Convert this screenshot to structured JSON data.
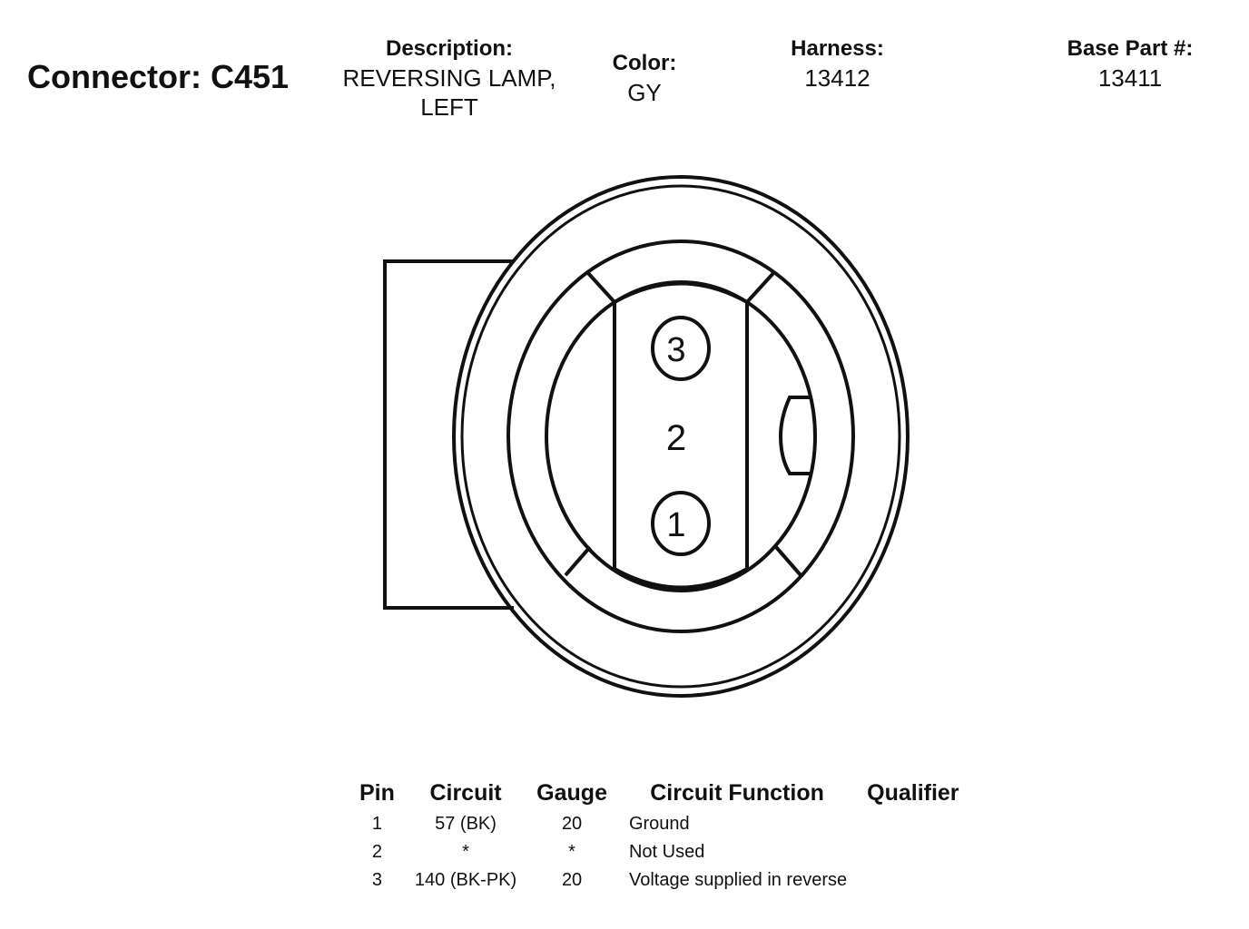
{
  "header": {
    "connector_title": "Connector: C451",
    "description_label": "Description:",
    "description_line1": "REVERSING LAMP,",
    "description_line2": "LEFT",
    "color_label": "Color:",
    "color_value": "GY",
    "harness_label": "Harness:",
    "harness_value": "13412",
    "base_part_label": "Base Part #:",
    "base_part_value": "13411"
  },
  "diagram": {
    "pin_top": "3",
    "pin_center": "2",
    "pin_bottom": "1"
  },
  "table": {
    "columns": [
      "Pin",
      "Circuit",
      "Gauge",
      "Circuit Function",
      "Qualifier"
    ],
    "rows": [
      {
        "pin": "1",
        "circuit": "57 (BK)",
        "gauge": "20",
        "function": "Ground",
        "qualifier": ""
      },
      {
        "pin": "2",
        "circuit": "*",
        "gauge": "*",
        "function": "Not Used",
        "qualifier": ""
      },
      {
        "pin": "3",
        "circuit": "140 (BK-PK)",
        "gauge": "20",
        "function": "Voltage supplied in reverse",
        "qualifier": ""
      }
    ]
  }
}
